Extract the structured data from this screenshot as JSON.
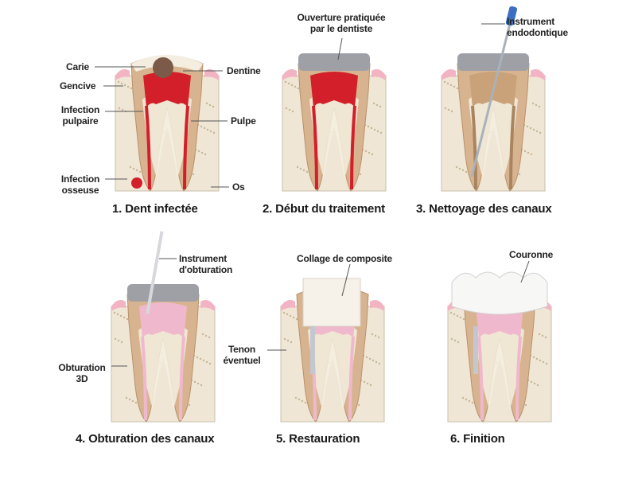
{
  "steps": [
    {
      "caption": "1. Dent infectée"
    },
    {
      "caption": "2. Début du traitement"
    },
    {
      "caption": "3. Nettoyage des canaux"
    },
    {
      "caption": "4. Obturation des canaux"
    },
    {
      "caption": "5. Restauration"
    },
    {
      "caption": "6. Finition"
    }
  ],
  "labels": {
    "carie": "Carie",
    "dentine": "Dentine",
    "gencive": "Gencive",
    "infection_pulpaire": [
      "Infection",
      "pulpaire"
    ],
    "pulpe": "Pulpe",
    "infection_osseuse": [
      "Infection",
      "osseuse"
    ],
    "os": "Os",
    "ouverture": [
      "Ouverture pratiquée",
      "par le dentiste"
    ],
    "instrument_endo": [
      "Instrument",
      "endodontique"
    ],
    "instrument_obt": [
      "Instrument",
      "d'obturation"
    ],
    "obturation_3d": [
      "Obturation",
      "3D"
    ],
    "collage": "Collage de composite",
    "tenon": [
      "Tenon",
      "éventuel"
    ],
    "couronne": "Couronne"
  },
  "colors": {
    "bone": "#efe6d6",
    "gum": "#f2b3c3",
    "dentin": "#d7b48f",
    "enamel": "#f4eee0",
    "infection": "#d21f2a",
    "filling": "#f0b8cc",
    "metal": "#9ea0a6",
    "composite": "#f6f2ea",
    "crown": "#f7f7f5"
  }
}
